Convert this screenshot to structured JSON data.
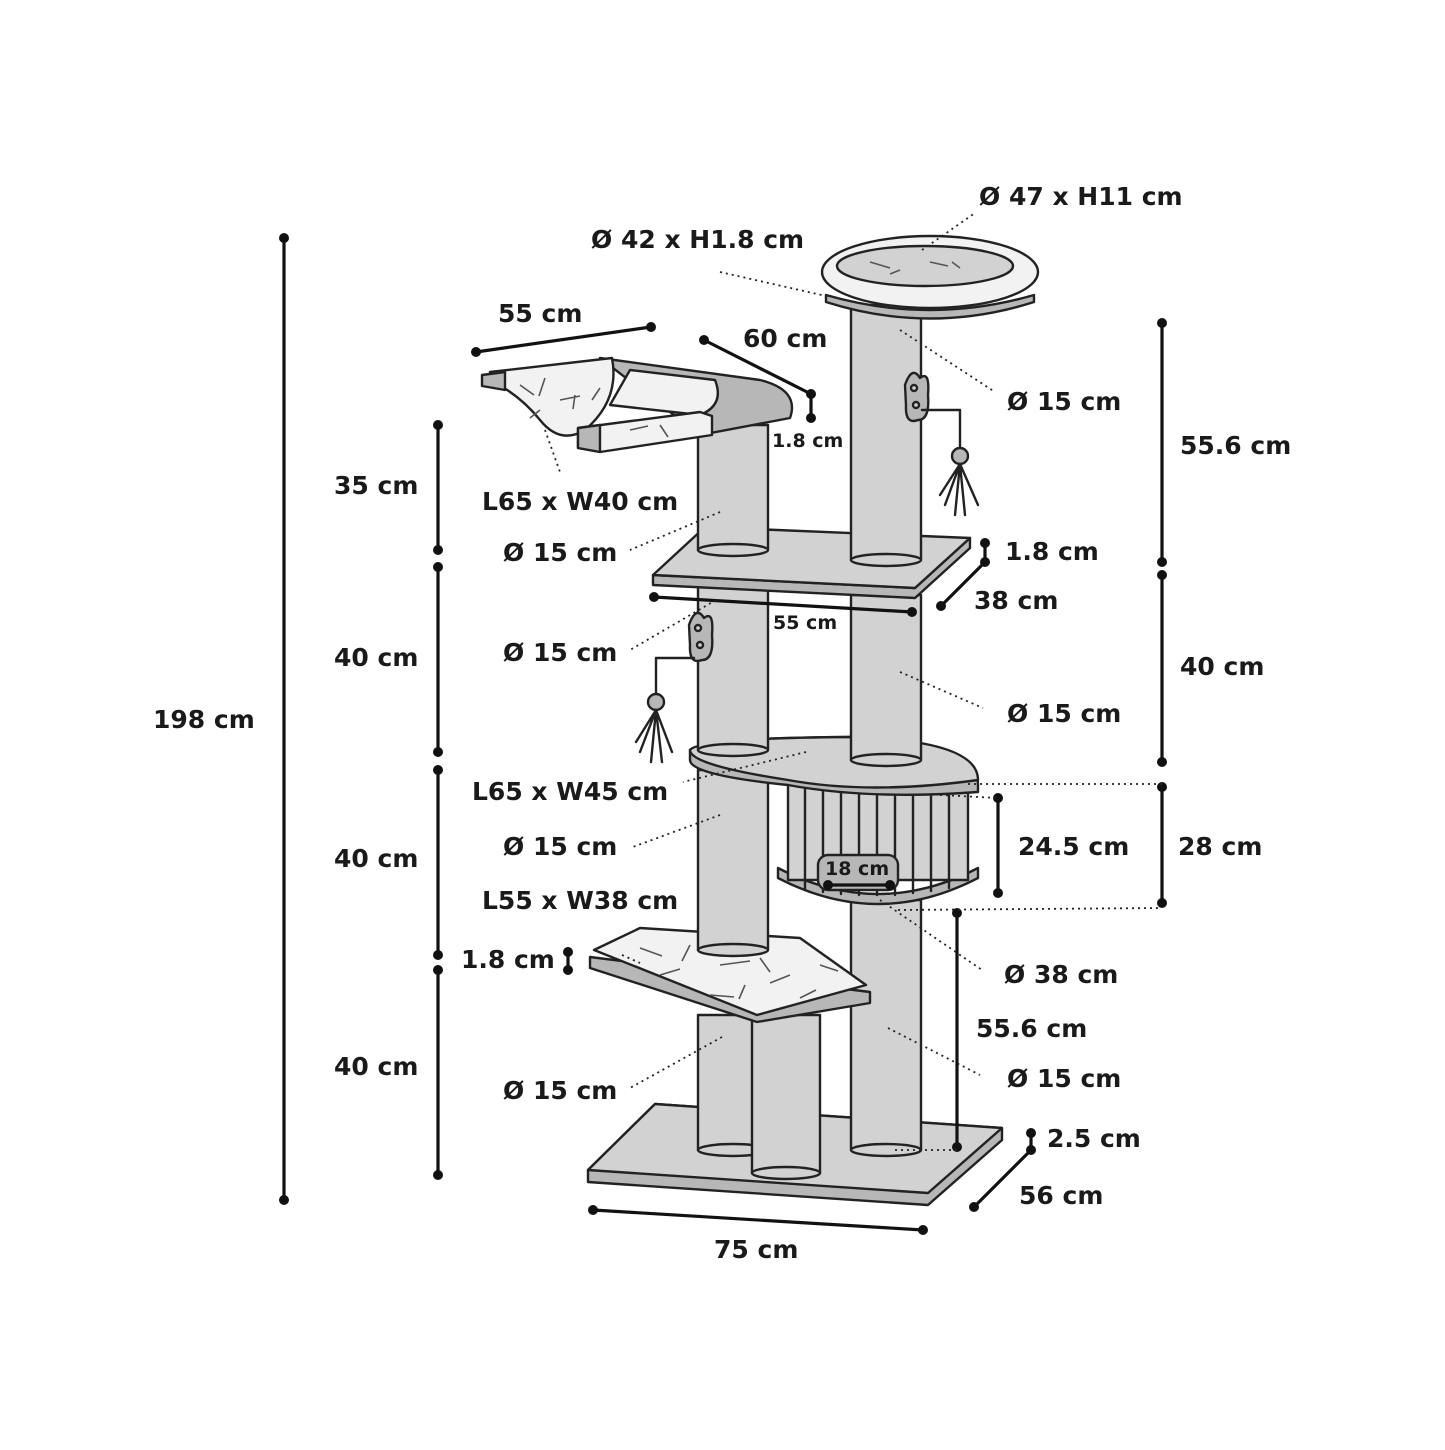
{
  "labels": {
    "top_bed": "Ø 47 x H11 cm",
    "top_platform": "Ø 42 x H1.8 cm",
    "hammock_width": "55 cm",
    "hammock_depth": "60 cm",
    "hammock_thickness": "1.8 cm",
    "hammock_size": "L65 x W40 cm",
    "top_left_post_height": "35 cm",
    "upper_post_dia_a": "Ø 15 cm",
    "upper_post_dia_b": "Ø 15 cm",
    "right_upper_height": "55.6 cm",
    "mid_platform_thickness": "1.8 cm",
    "mid_platform_depth": "38 cm",
    "mid_platform_length": "55 cm",
    "left_mid_height": "40 cm",
    "mid_post_dia_left": "Ø 15 cm",
    "mid_post_dia_right": "Ø 15 cm",
    "right_mid_height": "40 cm",
    "total_height": "198 cm",
    "house_platform_size": "L65 x W45 cm",
    "house_post_dia": "Ø 15 cm",
    "left_lower_height": "40 cm",
    "house_inner_height": "24.5 cm",
    "house_height": "28 cm",
    "house_entrance": "18 cm",
    "small_platform_size": "L55 x W38 cm",
    "small_platform_thickness": "1.8 cm",
    "house_diameter": "Ø 38 cm",
    "right_lower_height": "55.6 cm",
    "lower_post_dia_right": "Ø 15 cm",
    "lower_post_dia_left": "Ø 15 cm",
    "left_base_height": "40 cm",
    "base_thickness": "2.5 cm",
    "base_depth": "56 cm",
    "base_width": "75 cm"
  },
  "colors": {
    "post": "#d2d2d2",
    "platform": "#b7b7b7",
    "plush": "#f2f2f2",
    "line": "#222222"
  },
  "icons": [
    "cat-tree",
    "hanging-toy",
    "mushroom-hook"
  ]
}
